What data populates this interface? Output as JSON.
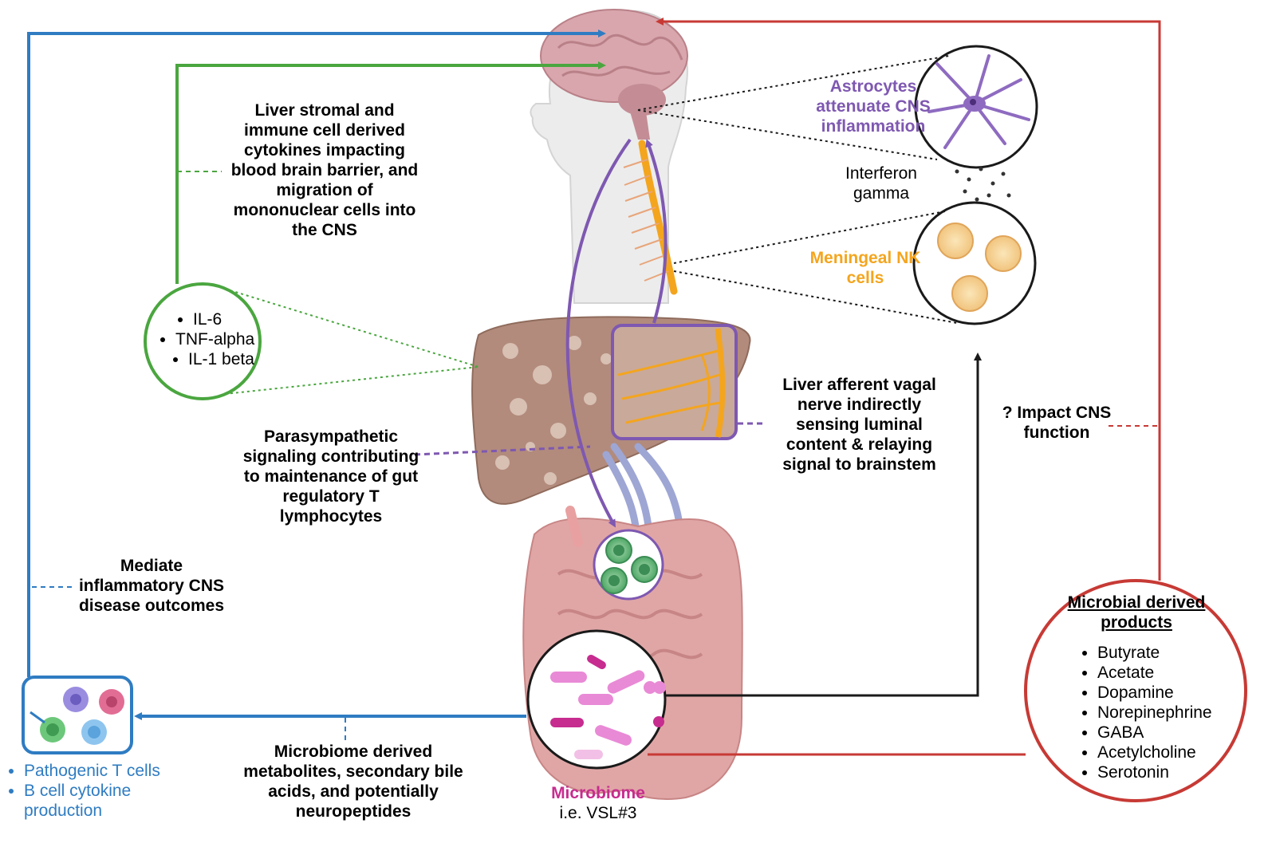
{
  "colors": {
    "blue": "#2f7cc2",
    "green": "#4aa63f",
    "red": "#c73a35",
    "purple": "#7e58b1",
    "orange": "#f4a51e",
    "magenta": "#c72c8f",
    "black": "#1a1a1a"
  },
  "labels": {
    "liver_cytokines": [
      "Liver stromal and",
      "immune cell derived",
      "cytokines impacting",
      "blood brain barrier, and",
      "migration of",
      "mononuclear cells into",
      "the CNS"
    ],
    "astrocytes": [
      "Astrocytes",
      "attenuate CNS",
      "inflammation"
    ],
    "interferon": [
      "Interferon",
      "gamma"
    ],
    "meningeal": [
      "Meningeal NK",
      "cells"
    ],
    "vagal": [
      "Liver afferent vagal",
      "nerve indirectly",
      "sensing luminal",
      "content & relaying",
      "signal to brainstem"
    ],
    "impact": [
      "? Impact CNS",
      "function"
    ],
    "parasympathetic": [
      "Parasympathetic",
      "signaling contributing",
      "to maintenance of gut",
      "regulatory T",
      "lymphocytes"
    ],
    "mediate": [
      "Mediate",
      "inflammatory CNS",
      "disease outcomes"
    ],
    "metabolites": [
      "Microbiome derived",
      "metabolites, secondary bile",
      "acids, and potentially",
      "neuropeptides"
    ],
    "microbiome_title": "Microbiome",
    "microbiome_sub": "i.e. VSL#3"
  },
  "cytokines": [
    "IL-6",
    "TNF-alpha",
    "IL-1 beta"
  ],
  "microbial": {
    "title": [
      "Microbial derived",
      "products"
    ],
    "items": [
      "Butyrate",
      "Acetate",
      "Dopamine",
      "Norepinephrine",
      "GABA",
      "Acetylcholine",
      "Serotonin"
    ]
  },
  "immune": [
    "Pathogenic T cells",
    "B cell cytokine production"
  ],
  "icons": [
    "brain-icon",
    "head-silhouette-icon",
    "spinal-cord-icon",
    "astrocyte-icon",
    "nk-cell-icon",
    "liver-icon",
    "vagal-nerve-icon",
    "intestine-icon",
    "bacteria-icon",
    "immune-cells-icon"
  ]
}
